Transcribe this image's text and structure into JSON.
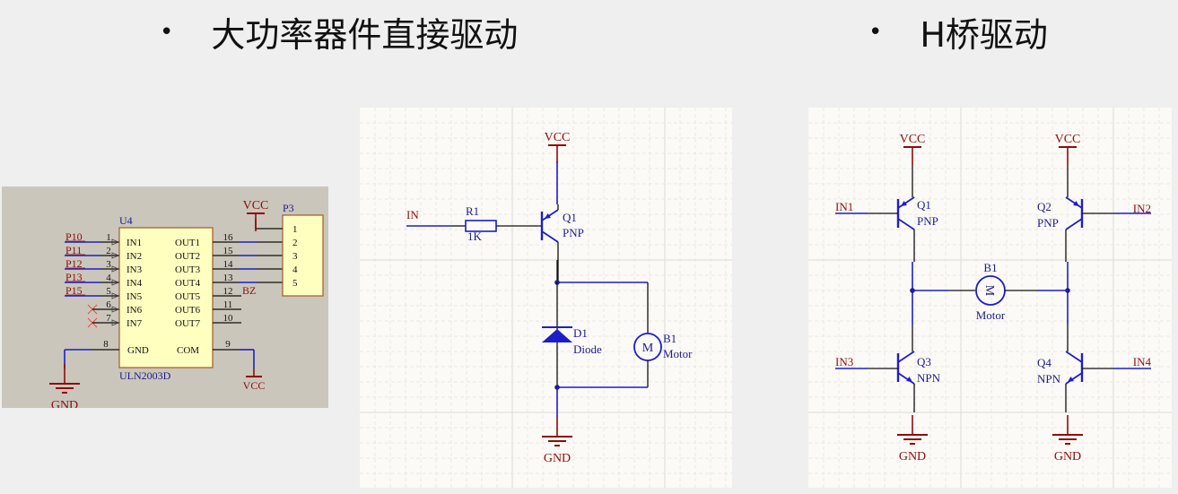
{
  "headings": {
    "left": {
      "bullet": "•",
      "text": "大功率器件直接驱动"
    },
    "right": {
      "bullet": "•",
      "text": "H桥驱动"
    }
  },
  "colors": {
    "wire_blue": "#1d1dcc",
    "wire_black": "#111111",
    "power_red": "#8b0d0d",
    "label_blue": "#1c1c8c",
    "chip_fill": "#ffffc0",
    "chip_border": "#a05a2c",
    "panel1_bg": "#cac6bb",
    "panel_grid_bg": "#fcfaf6",
    "nc_mark": "#ee4444"
  },
  "uln_schematic": {
    "chip_ref": "U4",
    "chip_part": "ULN2003D",
    "connector_ref": "P3",
    "inputs": [
      {
        "net": "P10",
        "pin": "1",
        "name": "IN1"
      },
      {
        "net": "P11",
        "pin": "2",
        "name": "IN2"
      },
      {
        "net": "P12",
        "pin": "3",
        "name": "IN3"
      },
      {
        "net": "P13",
        "pin": "4",
        "name": "IN4"
      },
      {
        "net": "P15",
        "pin": "5",
        "name": "IN5"
      },
      {
        "net": "",
        "pin": "6",
        "name": "IN6"
      },
      {
        "net": "",
        "pin": "7",
        "name": "IN7"
      }
    ],
    "outputs": [
      {
        "pin": "16",
        "name": "OUT1",
        "conn_pin": "2"
      },
      {
        "pin": "15",
        "name": "OUT2",
        "conn_pin": "3"
      },
      {
        "pin": "14",
        "name": "OUT3",
        "conn_pin": "4"
      },
      {
        "pin": "13",
        "name": "OUT4",
        "conn_pin": "5"
      },
      {
        "pin": "12",
        "name": "OUT5",
        "net": "BZ"
      },
      {
        "pin": "11",
        "name": "OUT6"
      },
      {
        "pin": "10",
        "name": "OUT7"
      }
    ],
    "connector_pins": [
      "1",
      "2",
      "3",
      "4",
      "5"
    ],
    "gnd_pin": {
      "pin": "8",
      "name": "GND"
    },
    "com_pin": {
      "pin": "9",
      "name": "COM"
    },
    "power_labels": {
      "vcc_top": "VCC",
      "vcc_bottom": "VCC",
      "gnd": "GND"
    }
  },
  "pnp_schematic": {
    "input": "IN",
    "resistor": {
      "ref": "R1",
      "value": "1K"
    },
    "transistor": {
      "ref": "Q1",
      "type": "PNP"
    },
    "diode": {
      "ref": "D1",
      "value": "Diode"
    },
    "motor": {
      "ref": "B1",
      "value": "Motor",
      "symbol": "M"
    },
    "vcc": "VCC",
    "gnd": "GND"
  },
  "hbridge_schematic": {
    "inputs": [
      "IN1",
      "IN2",
      "IN3",
      "IN4"
    ],
    "transistors": [
      {
        "ref": "Q1",
        "type": "PNP"
      },
      {
        "ref": "Q2",
        "type": "PNP"
      },
      {
        "ref": "Q3",
        "type": "NPN"
      },
      {
        "ref": "Q4",
        "type": "NPN"
      }
    ],
    "motor": {
      "ref": "B1",
      "value": "Motor",
      "symbol": "M"
    },
    "vcc": "VCC",
    "gnd": "GND"
  }
}
